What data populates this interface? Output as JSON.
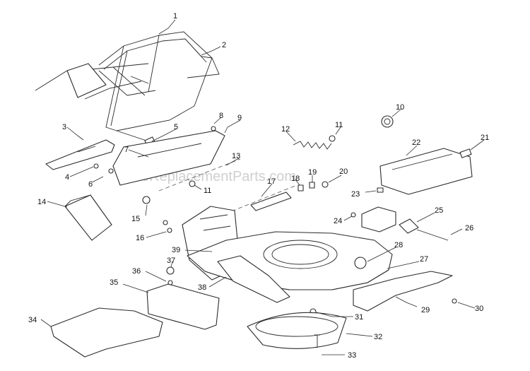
{
  "watermark": "eReplacementParts.com",
  "callouts": [
    "1",
    "2",
    "3",
    "4",
    "5",
    "6",
    "7",
    "8",
    "9",
    "10",
    "11",
    "11",
    "12",
    "13",
    "14",
    "15",
    "16",
    "17",
    "18",
    "19",
    "20",
    "21",
    "22",
    "23",
    "24",
    "25",
    "26",
    "27",
    "28",
    "29",
    "30",
    "31",
    "32",
    "33",
    "34",
    "35",
    "36",
    "37",
    "38",
    "39"
  ]
}
